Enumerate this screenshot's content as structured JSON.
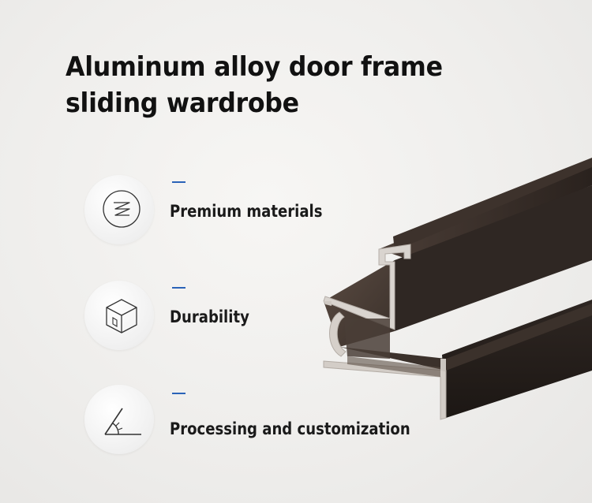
{
  "heading": {
    "line1": "Aluminum alloy door frame",
    "line2": "sliding wardrobe"
  },
  "features": [
    {
      "label": "Premium materials",
      "icon": "wave-circle-icon"
    },
    {
      "label": "Durability",
      "icon": "cube-icon"
    },
    {
      "label": "Processing and customization",
      "icon": "angle-icon"
    }
  ],
  "colors": {
    "accent": "#2a63b8",
    "profile": "#2b2420",
    "text": "#111111"
  }
}
